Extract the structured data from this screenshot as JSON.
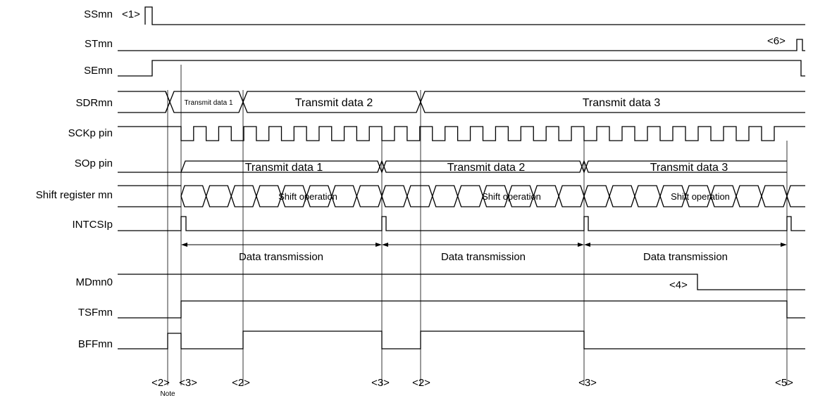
{
  "signals": {
    "ssmn": "SSmn",
    "stmn": "STmn",
    "semn": "SEmn",
    "sdrmn": "SDRmn",
    "sckp": "SCKp pin",
    "sop": "SOp pin",
    "shift": "Shift register mn",
    "intcsip": "INTCSIp",
    "mdmn0": "MDmn0",
    "tsfmn": "TSFmn",
    "bffmn": "BFFmn"
  },
  "markers": {
    "m1": "<1>",
    "m2": "<2>",
    "m3": "<3>",
    "m4": "<4>",
    "m5": "<5>",
    "m6": "<6>",
    "note": "Note"
  },
  "labels": {
    "sdr_d1": "Transmit data 1",
    "sdr_d2": "Transmit data 2",
    "sdr_d3": "Transmit data 3",
    "so_d1": "Transmit data 1",
    "so_d2": "Transmit data 2",
    "so_d3": "Transmit data 3",
    "shift_op": "Shift operation",
    "data_transmission": "Data transmission"
  }
}
